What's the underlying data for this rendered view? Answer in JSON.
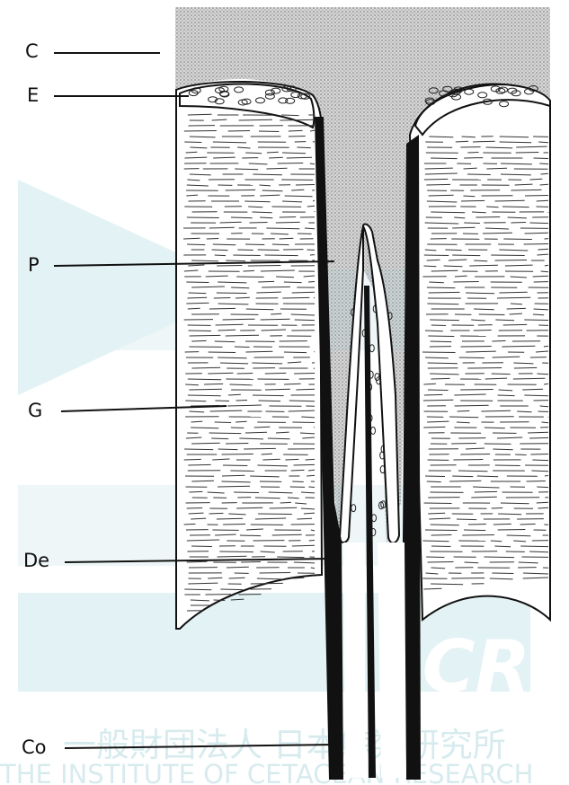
{
  "labels": {
    "c": "C",
    "e": "E",
    "p": "P",
    "g": "G",
    "de": "De",
    "co": "Co"
  },
  "watermark": {
    "jp": "一般財団法人 日本鯨類研究所",
    "en": "THE INSTITUTE OF CETACEAN RESEARCH",
    "logo": "ICR",
    "color": "#9ccfd6"
  },
  "colors": {
    "ink": "#111111",
    "stipple": "#c4c4c4",
    "paper": "#ffffff"
  }
}
